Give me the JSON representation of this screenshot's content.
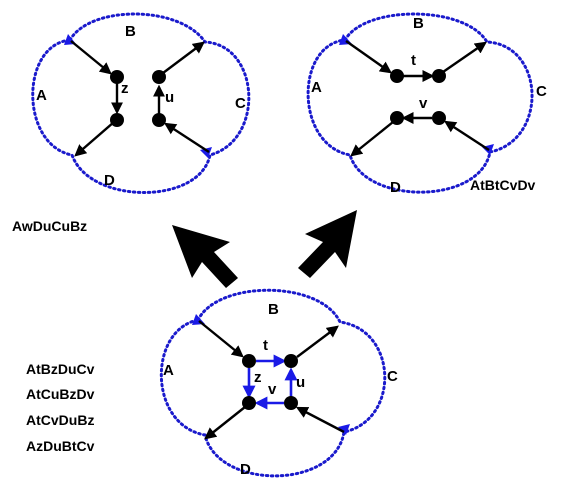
{
  "diagram_top_left": {
    "regions": {
      "A": "A",
      "B": "B",
      "C": "C",
      "D": "D"
    },
    "edge_labels": {
      "z": "z",
      "u": "u"
    },
    "caption": "AwDuCuBz"
  },
  "diagram_top_right": {
    "regions": {
      "A": "A",
      "B": "B",
      "C": "C",
      "D": "D"
    },
    "edge_labels": {
      "t": "t",
      "v": "v"
    },
    "caption": "AtBtCvDv"
  },
  "diagram_bottom": {
    "regions": {
      "A": "A",
      "B": "B",
      "C": "C",
      "D": "D"
    },
    "edge_labels": {
      "t": "t",
      "z": "z",
      "u": "u",
      "v": "v"
    },
    "words": [
      "AtBzDuCv",
      "AtCuBzDv",
      "AtCvDuBz",
      "AzDuBtCv"
    ]
  },
  "colors": {
    "boundary": "#1a1acc",
    "edge": "#000000",
    "highlight": "#1a1ae6"
  }
}
